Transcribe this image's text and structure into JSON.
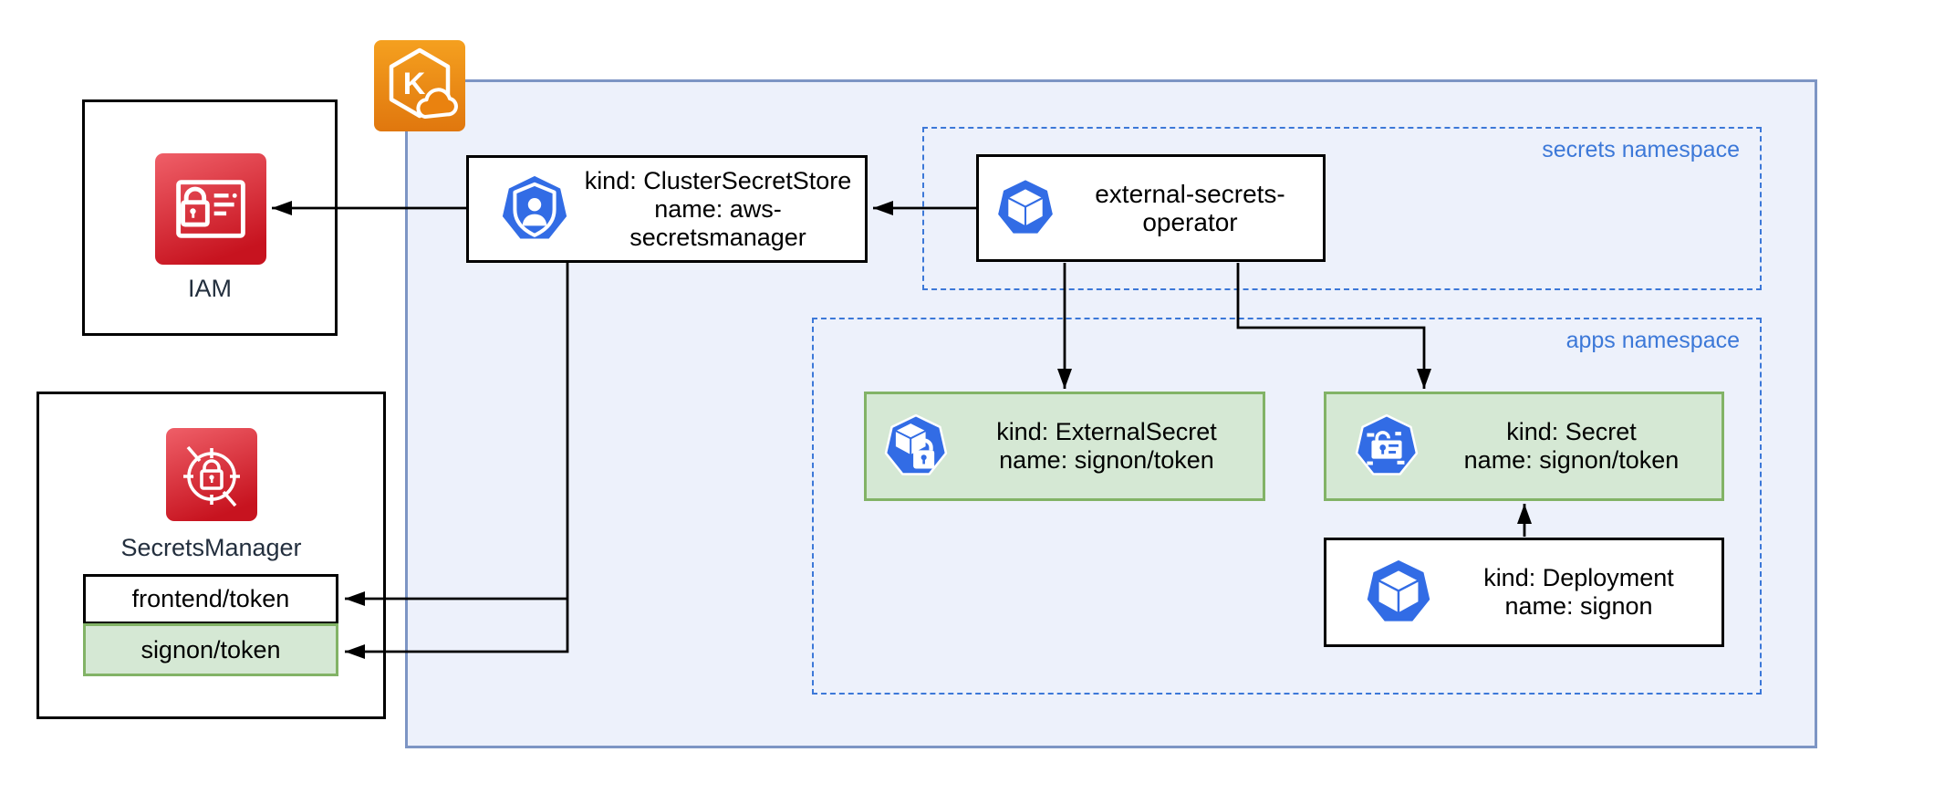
{
  "aws": {
    "iam": {
      "caption": "IAM"
    },
    "secrets_manager": {
      "caption": "SecretsManager",
      "secrets": [
        {
          "name": "frontend/token",
          "highlighted": false
        },
        {
          "name": "signon/token",
          "highlighted": true
        }
      ]
    }
  },
  "cluster": {
    "secret_store": {
      "kind": "kind: ClusterSecretStore",
      "name": "name: aws-secretsmanager"
    },
    "secrets_namespace": {
      "label": "secrets namespace",
      "operator": {
        "label": "external-secrets-operator"
      }
    },
    "apps_namespace": {
      "label": "apps namespace",
      "external_secret": {
        "kind": "kind: ExternalSecret",
        "name": "name: signon/token"
      },
      "secret": {
        "kind": "kind: Secret",
        "name": "name: signon/token"
      },
      "deployment": {
        "kind": "kind: Deployment",
        "name": "name: signon"
      }
    }
  },
  "colors": {
    "k8s_blue": "#326ce5",
    "namespace_blue": "#3c78d8",
    "green_fill": "#d5e8d4",
    "green_border": "#82b366",
    "cluster_fill": "#edf1fb",
    "cluster_border": "#7d95c4",
    "aws_red": "#c7131f",
    "aws_orange": "#e0770e",
    "caption_navy": "#232f3e"
  }
}
